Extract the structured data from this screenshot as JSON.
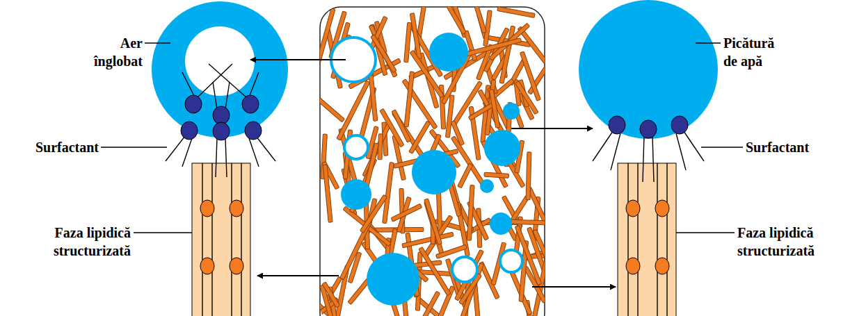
{
  "diagram": {
    "labels": [
      "Aer înglobat",
      "Picătură de apă",
      "Surfactant",
      "Surfactant",
      "Faza lipidică structurizată",
      "Faza lipidică structurizată"
    ]
  }
}
